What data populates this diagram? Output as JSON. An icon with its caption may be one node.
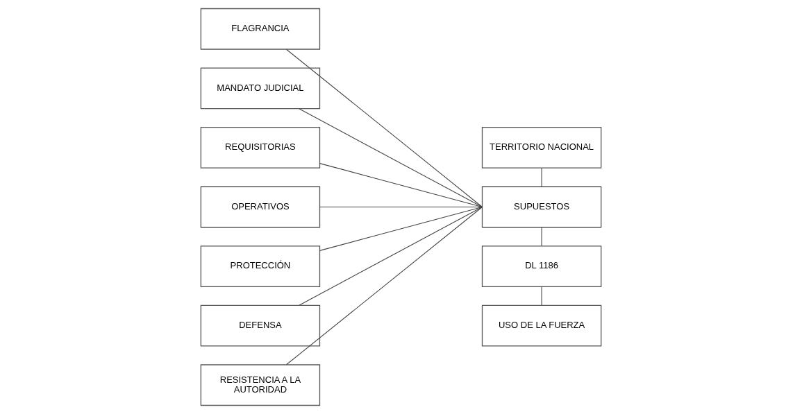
{
  "diagram": {
    "nodes": [
      {
        "text": [
          "FLAGRANCIA"
        ]
      },
      {
        "text": [
          "MANDATO JUDICIAL"
        ]
      },
      {
        "text": [
          "REQUISITORIAS"
        ]
      },
      {
        "text": [
          "OPERATIVOS"
        ]
      },
      {
        "text": [
          "PROTECCIÓN"
        ]
      },
      {
        "text": [
          "DEFENSA"
        ]
      },
      {
        "text": [
          "RESISTENCIA A LA AUTORIDAD"
        ]
      },
      {
        "text": [
          "TERRITORIO NACIONAL"
        ]
      },
      {
        "text": [
          "SUPUESTOS"
        ]
      },
      {
        "text": [
          "DL 1186"
        ]
      },
      {
        "text": [
          "USO DE LA FUERZA"
        ]
      }
    ],
    "edges": [
      {
        "from": 0,
        "to": 8,
        "arrow": "none"
      },
      {
        "from": 1,
        "to": 8,
        "arrow": "none"
      },
      {
        "from": 2,
        "to": 8,
        "arrow": "none"
      },
      {
        "from": 3,
        "to": 8,
        "arrow": "none"
      },
      {
        "from": 4,
        "to": 8,
        "arrow": "none"
      },
      {
        "from": 5,
        "to": 8,
        "arrow": "none"
      },
      {
        "from": 6,
        "to": 8,
        "arrow": "none"
      },
      {
        "from": 7,
        "to": 8,
        "arrow": "none"
      },
      {
        "from": 8,
        "to": 9,
        "arrow": "none"
      },
      {
        "from": 9,
        "to": 10,
        "arrow": "none"
      }
    ]
  }
}
